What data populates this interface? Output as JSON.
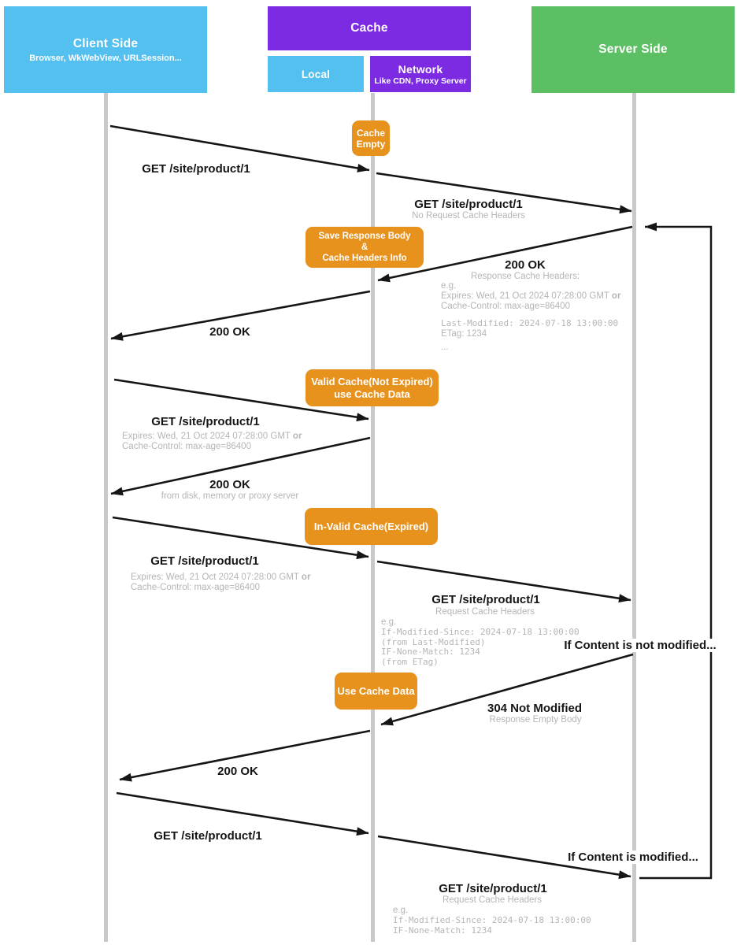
{
  "actors": {
    "client": {
      "title": "Client Side",
      "subtitle": "Browser, WkWebView, URLSession..."
    },
    "cache": {
      "title": "Cache"
    },
    "local": {
      "title": "Local"
    },
    "network": {
      "title": "Network",
      "subtitle": "Like CDN, Proxy Server"
    },
    "server": {
      "title": "Server Side"
    }
  },
  "notes": {
    "cache_empty": "Cache\nEmpty",
    "save_response": "Save  Response Body\n&\nCache Headers Info",
    "valid_cache": "Valid Cache(Not Expired)\nuse Cache Data",
    "invalid_cache": "In-Valid Cache(Expired)",
    "use_cache_data": "Use Cache Data"
  },
  "messages": {
    "m1": {
      "label": "GET /site/product/1"
    },
    "m2": {
      "label": "GET /site/product/1",
      "sub": "No Request Cache Headers"
    },
    "m3": {
      "label": "200 OK",
      "sub": "Response Cache Headers:",
      "eg": "e.g.",
      "expires": "Expires: Wed, 21 Oct 2024 07:28:00 GMT",
      "or": "or",
      "cache_control": "Cache-Control: max-age=86400",
      "last_modified": "Last-Modified: 2024-07-18 13:00:00",
      "etag": "ETag: 1234",
      "more": "..."
    },
    "m4": {
      "label": "200 OK"
    },
    "m5": {
      "label": "GET /site/product/1",
      "expires": "Expires: Wed, 21 Oct 2024 07:28:00 GMT",
      "or": "or",
      "cache_control": "Cache-Control: max-age=86400"
    },
    "m6": {
      "label": "200 OK",
      "sub": "from disk, memory or proxy server"
    },
    "m7": {
      "label": "GET /site/product/1",
      "expires": "Expires: Wed, 21 Oct 2024 07:28:00 GMT",
      "or": "or",
      "cache_control": "Cache-Control: max-age=86400"
    },
    "m8": {
      "label": "GET /site/product/1",
      "sub": "Request Cache Headers",
      "eg": "e.g.",
      "if_modified_since": "If-Modified-Since: 2024-07-18 13:00:00",
      "from_last_modified": "(from Last-Modified)",
      "if_none_match": "IF-None-Match: 1234",
      "from_etag": "(from ETag)"
    },
    "m9": {
      "label": "304 Not Modified",
      "sub": "Response Empty Body"
    },
    "m10": {
      "label": "200 OK"
    },
    "m11": {
      "label": "GET /site/product/1"
    },
    "m12": {
      "label": "GET /site/product/1",
      "sub": "Request Cache Headers",
      "eg": "e.g.",
      "if_modified_since": "If-Modified-Since: 2024-07-18 13:00:00",
      "if_none_match": "IF-None-Match: 1234"
    }
  },
  "conditions": {
    "not_modified": "If Content is not modified...",
    "modified": "If Content is modified..."
  },
  "colors": {
    "client_blue": "#53c0ef",
    "cache_purple": "#7c2be3",
    "server_green": "#5cbf63",
    "note_orange": "#e8921e",
    "lifeline_gray": "#c9c9c9",
    "muted_text": "#b5b5b5",
    "text_black": "#151515"
  }
}
